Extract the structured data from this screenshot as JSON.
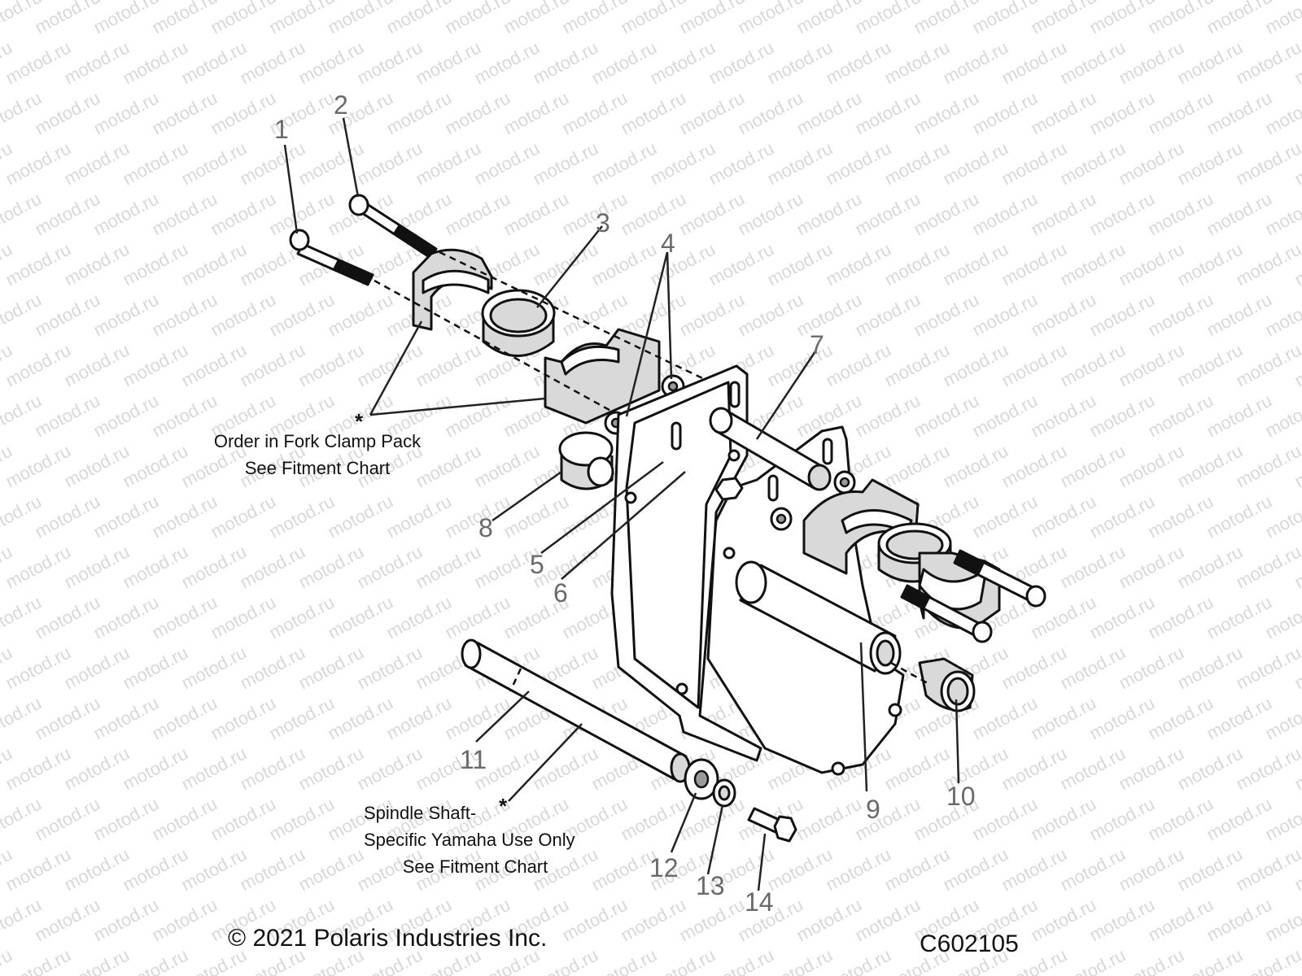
{
  "callouts": [
    "1",
    "2",
    "3",
    "4",
    "5",
    "6",
    "7",
    "8",
    "9",
    "10",
    "11",
    "12",
    "13",
    "14"
  ],
  "notes": {
    "fork_clamp_star": "*",
    "fork_clamp_line1": "Order in Fork Clamp Pack",
    "fork_clamp_line2": "See Fitment Chart",
    "spindle_star": "*",
    "spindle_line1": "Spindle Shaft-",
    "spindle_line2": "Specific Yamaha Use Only",
    "spindle_line3": "See Fitment Chart"
  },
  "footer": {
    "copyright": "© 2021 Polaris Industries Inc.",
    "diagram_code": "C602105"
  },
  "watermark": "motod.ru"
}
